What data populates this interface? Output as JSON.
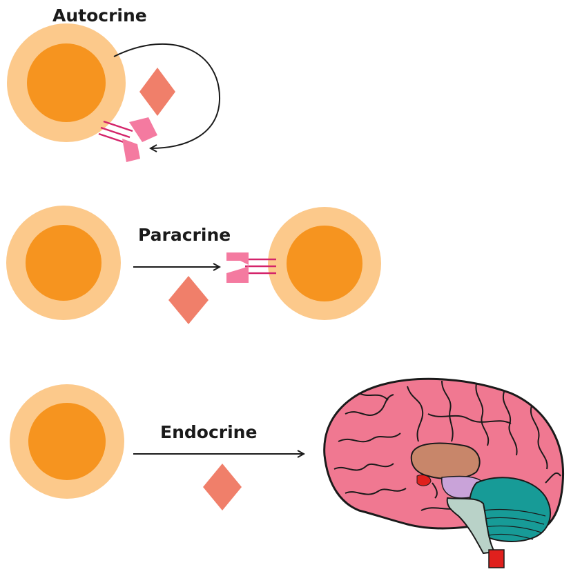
{
  "labels": {
    "autocrine": "Autocrine",
    "paracrine": "Paracrine",
    "endocrine": "Endocrine"
  },
  "colors": {
    "cell_outer": "#fcc98b",
    "cell_nucleus": "#f6941f",
    "hormone": "#f07f6a",
    "receptor": "#f47aa0",
    "receptor_stem": "#d4246a",
    "arrow": "#1a1a1a",
    "brain_cortex": "#f07891",
    "brain_outline": "#1a1a1a",
    "thalamus": "#c8866a",
    "hypothalamus_red": "#e0201d",
    "midbrain_purple": "#c9a3d9",
    "cerebellum": "#179b97",
    "brainstem": "#b9d2c8",
    "spinal_cord": "#e0201d"
  },
  "icons": [
    "cell-icon",
    "hormone-icon",
    "receptor-icon",
    "brain-icon"
  ]
}
